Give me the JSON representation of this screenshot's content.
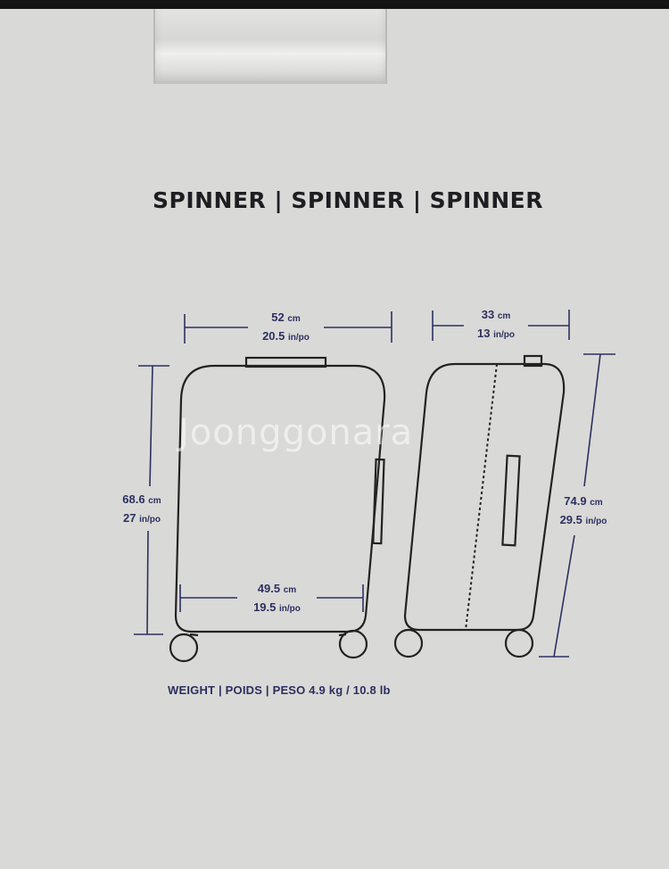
{
  "title": "SPINNER | SPINNER | SPINNER",
  "dimensions": {
    "front_width": {
      "cm": "52",
      "cm_unit": "cm",
      "in": "20.5",
      "in_unit": "in/po"
    },
    "side_depth": {
      "cm": "33",
      "cm_unit": "cm",
      "in": "13",
      "in_unit": "in/po"
    },
    "front_height": {
      "cm": "68.6",
      "cm_unit": "cm",
      "in": "27",
      "in_unit": "in/po"
    },
    "base_width": {
      "cm": "49.5",
      "cm_unit": "cm",
      "in": "19.5",
      "in_unit": "in/po"
    },
    "total_height": {
      "cm": "74.9",
      "cm_unit": "cm",
      "in": "29.5",
      "in_unit": "in/po"
    }
  },
  "weight": "WEIGHT | POIDS | PESO  4.9 kg / 10.8 lb",
  "watermark": "Joonggonara",
  "colors": {
    "background": "#d9d9d7",
    "line": "#2c3060",
    "outline": "#222222"
  }
}
